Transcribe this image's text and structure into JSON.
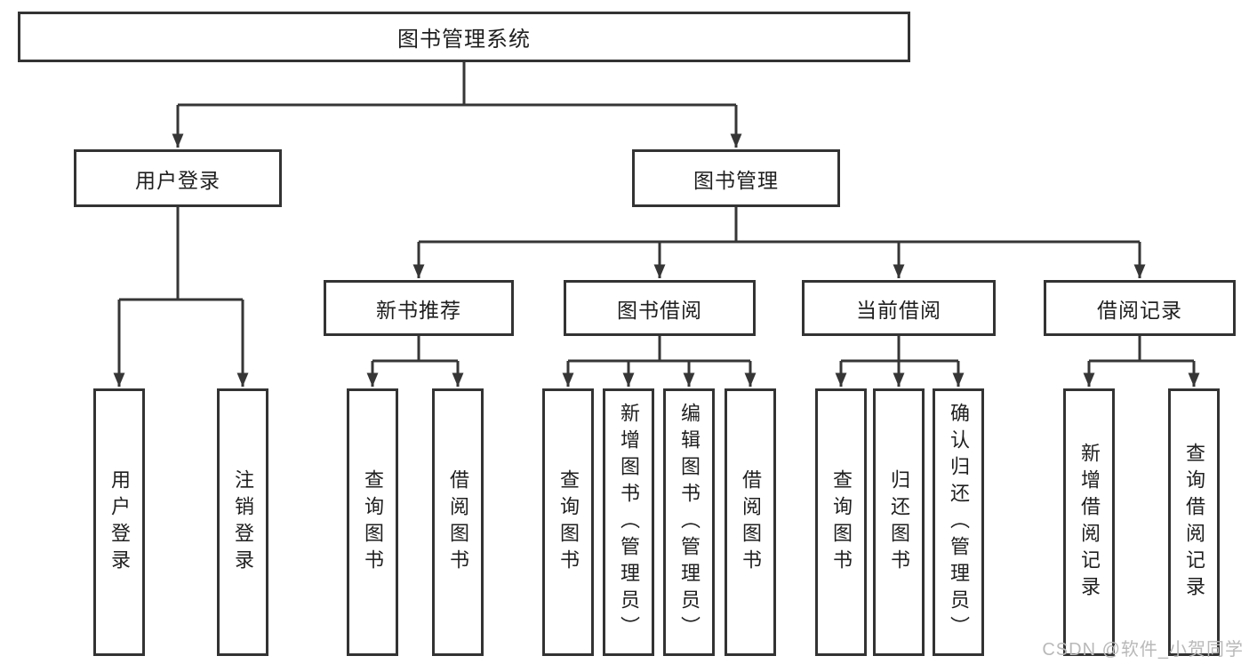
{
  "diagram": {
    "root": {
      "label": "图书管理系统"
    },
    "branches": [
      {
        "label": "用户登录",
        "children": [
          {
            "label": "用户登录"
          },
          {
            "label": "注销登录"
          }
        ]
      },
      {
        "label": "图书管理",
        "children": [
          {
            "label": "新书推荐",
            "children": [
              {
                "label": "查询图书"
              },
              {
                "label": "借阅图书"
              }
            ]
          },
          {
            "label": "图书借阅",
            "children": [
              {
                "label": "查询图书"
              },
              {
                "label": "新增图书（管理员）"
              },
              {
                "label": "编辑图书（管理员）"
              },
              {
                "label": "借阅图书"
              }
            ]
          },
          {
            "label": "当前借阅",
            "children": [
              {
                "label": "查询图书"
              },
              {
                "label": "归还图书"
              },
              {
                "label": "确认归还（管理员）"
              }
            ]
          },
          {
            "label": "借阅记录",
            "children": [
              {
                "label": "新增借阅记录"
              },
              {
                "label": "查询借阅记录"
              }
            ]
          }
        ]
      }
    ],
    "watermark": "CSDN @软件_小贺同学",
    "colors": {
      "line": "#363636",
      "box_border": "#333333",
      "text": "#1f1f1f",
      "watermark": "#b9b9b9",
      "background": "#ffffff"
    }
  }
}
